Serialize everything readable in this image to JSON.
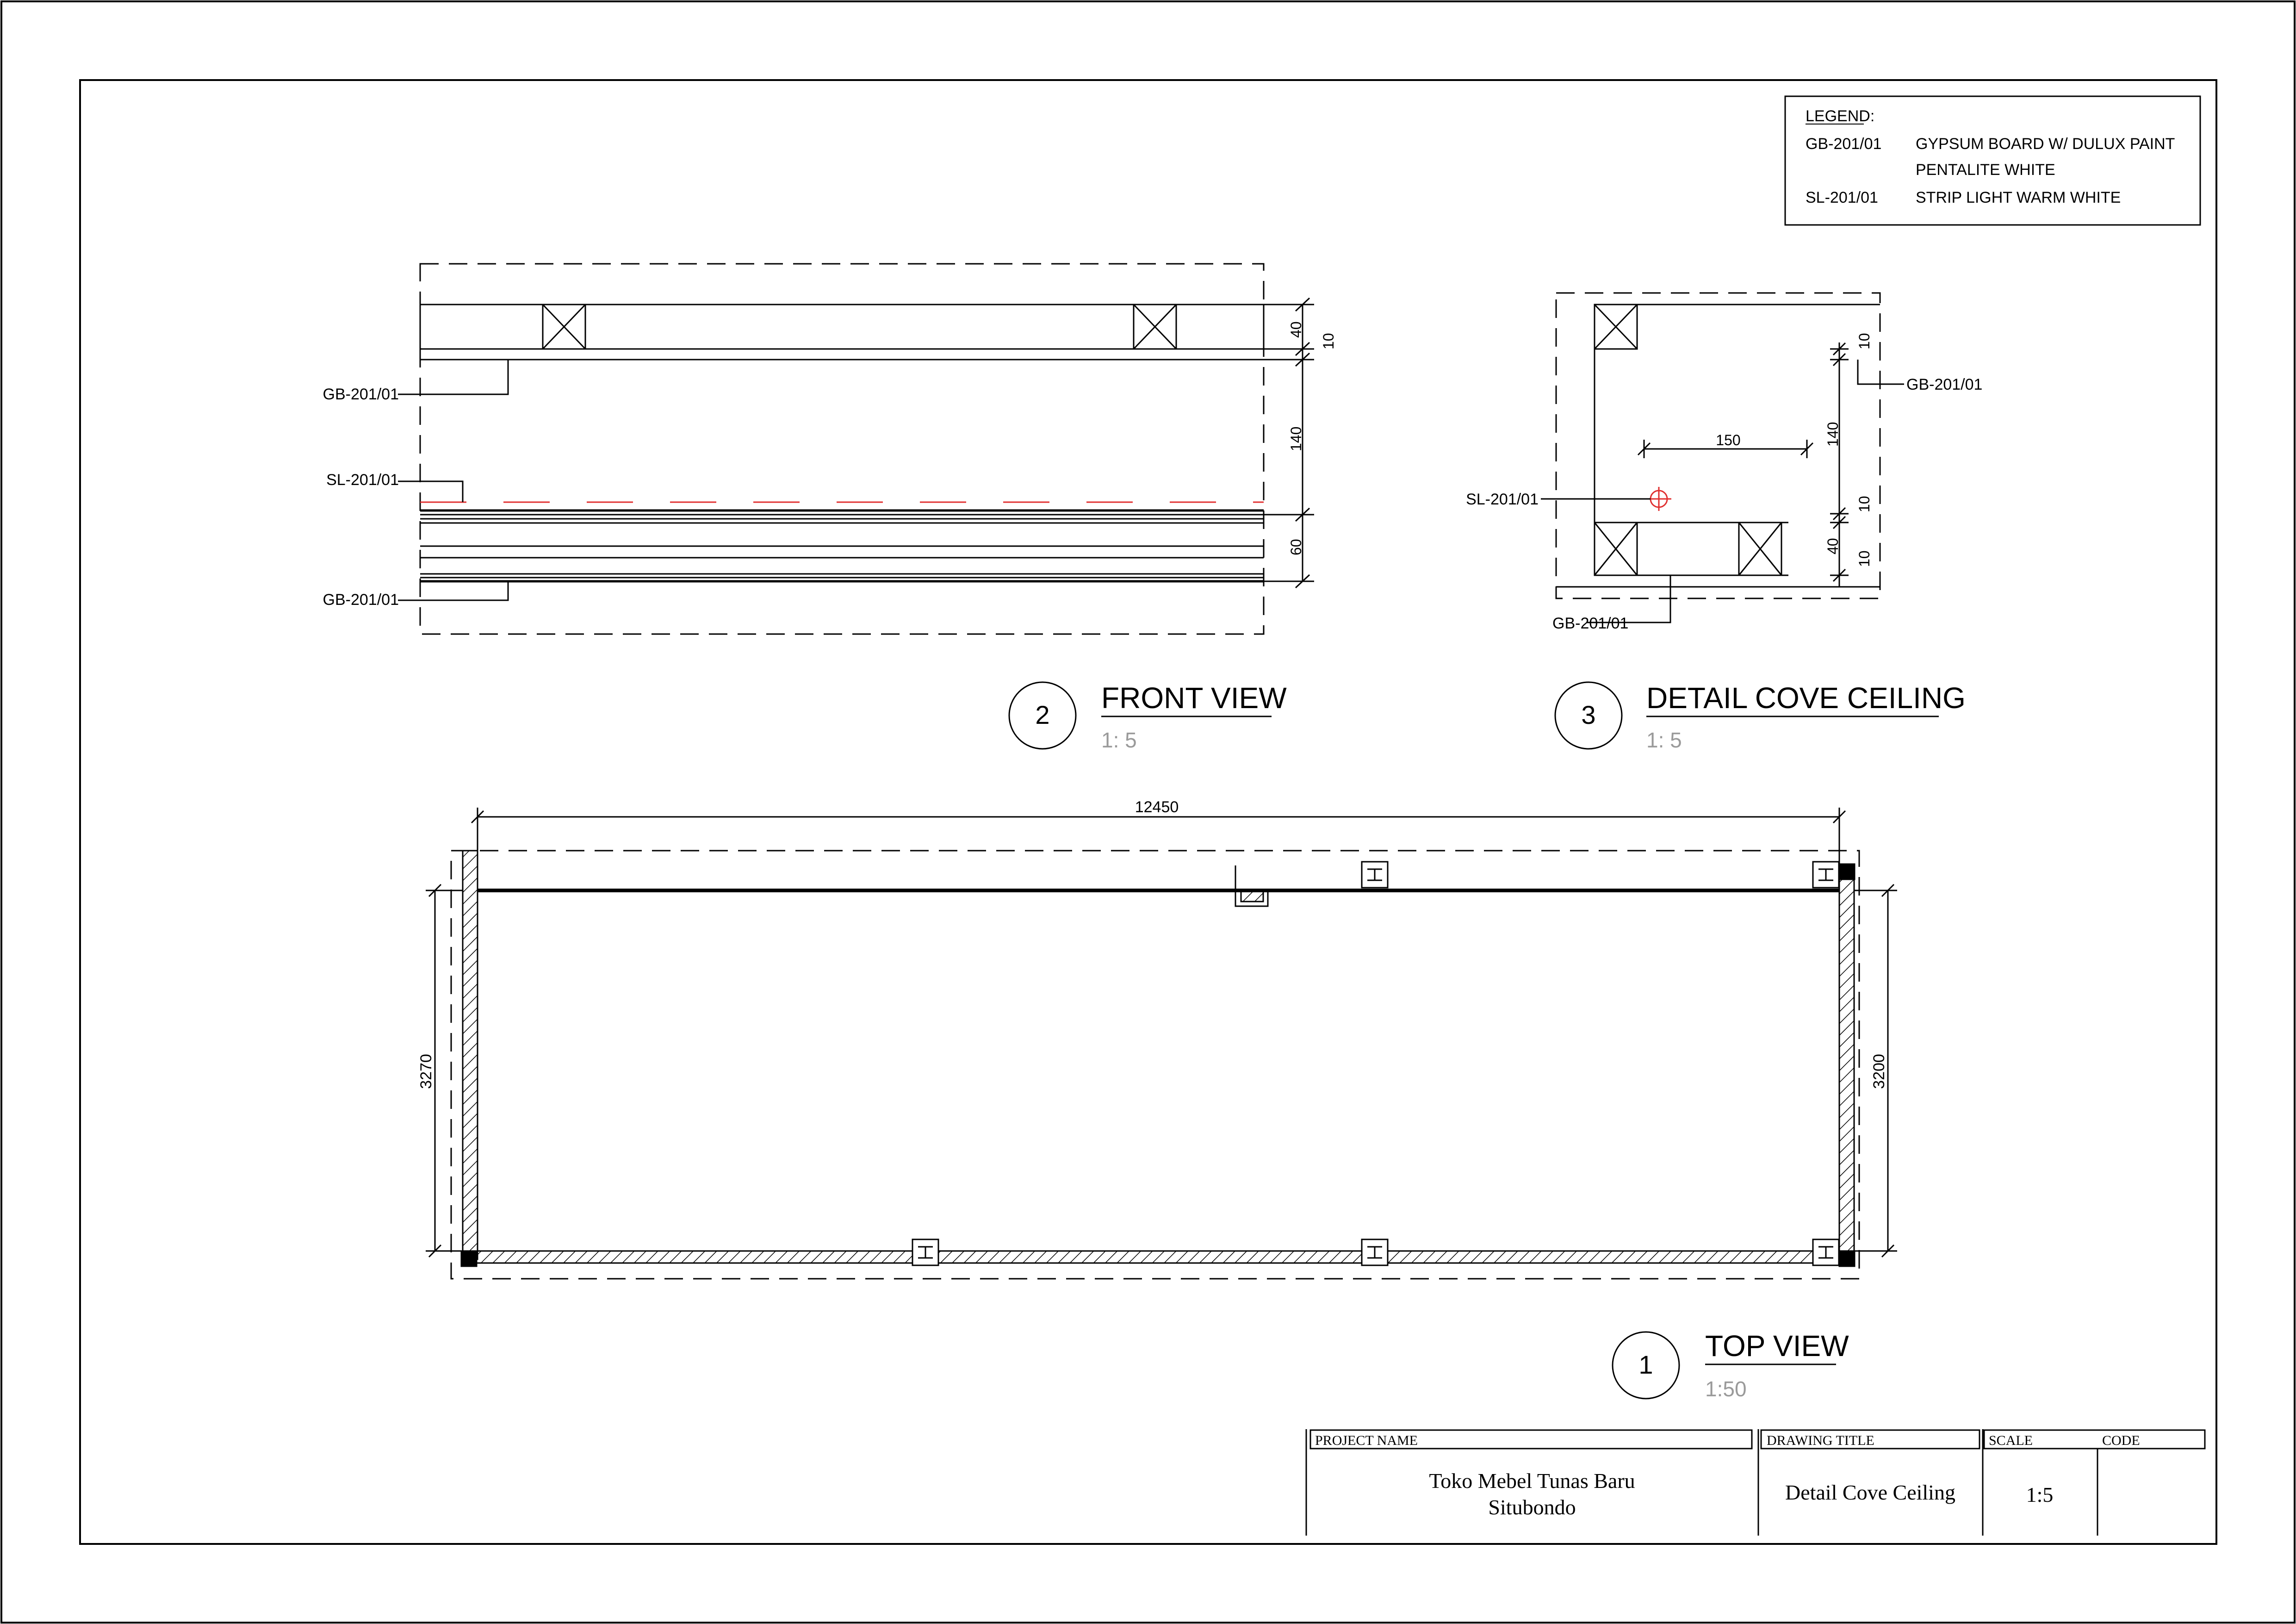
{
  "legend": {
    "heading": "LEGEND:",
    "items": [
      {
        "code": "GB-201/01",
        "desc_line1": "GYPSUM BOARD W/ DULUX PAINT",
        "desc_line2": "PENTALITE WHITE"
      },
      {
        "code": "SL-201/01",
        "desc_line1": "STRIP LIGHT WARM WHITE",
        "desc_line2": ""
      }
    ]
  },
  "front_view": {
    "number": "2",
    "title": "FRONT VIEW",
    "scale": "1: 5",
    "labels": {
      "top_gb": "GB-201/01",
      "sl": "SL-201/01",
      "bottom_gb": "GB-201/01"
    },
    "dims": {
      "d40": "40",
      "d10": "10",
      "d140": "140",
      "d60": "60"
    }
  },
  "detail_view": {
    "number": "3",
    "title": "DETAIL COVE CEILING",
    "scale": "1: 5",
    "labels": {
      "gb_right": "GB-201/01",
      "sl": "SL-201/01",
      "gb_bottom": "GB-201/01"
    },
    "dims": {
      "d10_top": "10",
      "d140": "140",
      "d150": "150",
      "d10_mid": "10",
      "d40": "40",
      "d10_bot": "10"
    }
  },
  "top_view": {
    "number": "1",
    "title": "TOP VIEW",
    "scale": "1:50",
    "dims": {
      "width": "12450",
      "left_height": "3270",
      "right_height": "3200"
    }
  },
  "title_block": {
    "project_name_label": "PROJECT NAME",
    "project_name_line1": "Toko Mebel Tunas Baru",
    "project_name_line2": "Situbondo",
    "drawing_title_label": "DRAWING TITLE",
    "drawing_title": "Detail Cove Ceiling",
    "scale_label": "SCALE",
    "scale_value": "1:5",
    "code_label": "CODE",
    "code_value": ""
  },
  "colors": {
    "line": "#000000",
    "strip_light": "#e03030",
    "scale_text": "#9a9a9a"
  }
}
